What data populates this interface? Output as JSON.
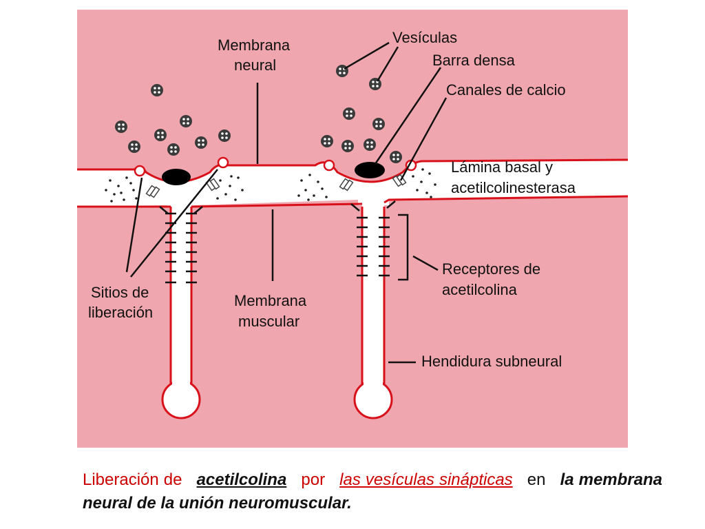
{
  "diagram": {
    "labels": {
      "membrana_neural_1": "Membrana",
      "membrana_neural_2": "neural",
      "vesiculas": "Vesículas",
      "barra_densa": "Barra densa",
      "canales_calcio": "Canales de calcio",
      "lamina_1": "Lámina basal y",
      "lamina_2": "acetilcolinesterasa",
      "receptores_1": "Receptores de",
      "receptores_2": "acetilcolina",
      "sitios_1": "Sitios de",
      "sitios_2": "liberación",
      "membrana_muscular_1": "Membrana",
      "membrana_muscular_2": "muscular",
      "hendidura": "Hendidura subneural"
    },
    "colors": {
      "tissue": "#f0a6ae",
      "membrane": "#d8101a",
      "cleft": "#ffffff",
      "vesicle": "#3a3a3a",
      "dense_bar": "#000000"
    }
  },
  "caption": {
    "w1": "Liberación de",
    "w2": "acetilcolina",
    "w3": "por",
    "w4": "las vesículas sinápticas",
    "w5": "en",
    "w6": "la membrana neural de la unión neuromuscular."
  }
}
